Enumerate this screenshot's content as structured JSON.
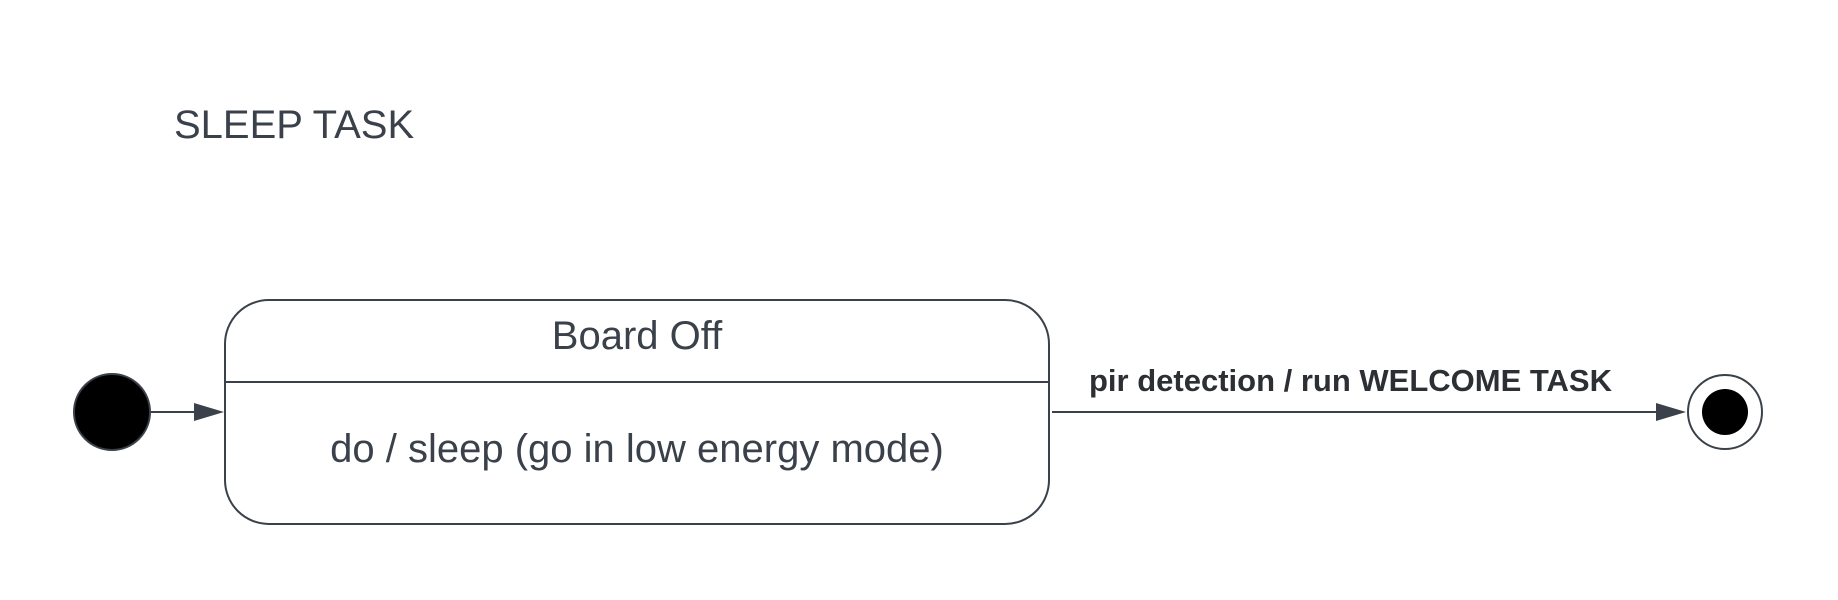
{
  "diagram": {
    "title": "SLEEP TASK",
    "state": {
      "name": "Board Off",
      "activity": "do / sleep (go in low energy mode)"
    },
    "transition": {
      "label": "pir detection / run WELCOME TASK"
    },
    "colors": {
      "stroke": "#3a414a",
      "text": "#3a414a",
      "node_fill": "#000000",
      "background": "#ffffff"
    }
  }
}
